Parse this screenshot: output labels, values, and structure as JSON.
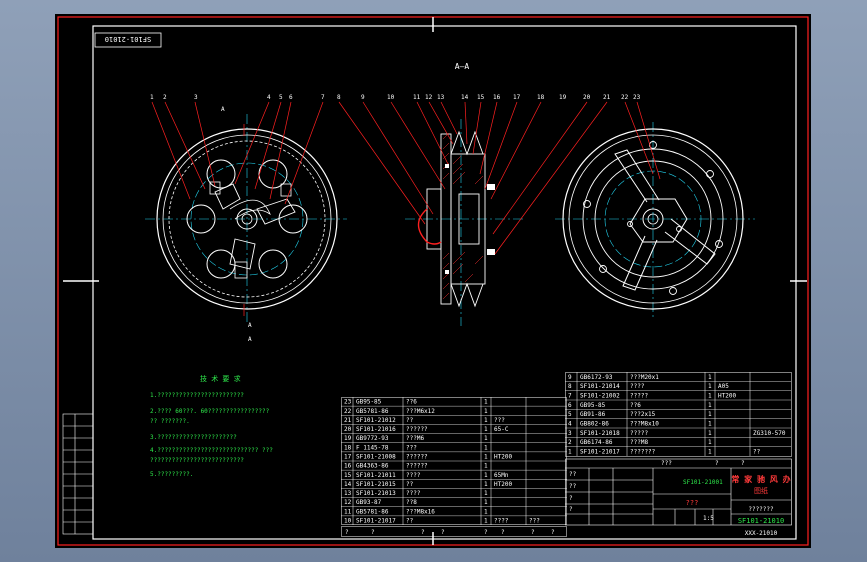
{
  "colors": {
    "frame": "#ff2020",
    "outline": "#ffffff",
    "center": "#22d3ee",
    "note": "#2ee84b",
    "hatch": "#ff3030",
    "background": "#000000"
  },
  "drawing_code": "SF101-21010",
  "section_title": "A—A",
  "section_marks": [
    "A",
    "A",
    "A"
  ],
  "balloons": [
    "1",
    "2",
    "3",
    "4",
    "5",
    "6",
    "7",
    "8",
    "9",
    "10",
    "11",
    "12",
    "13",
    "14",
    "15",
    "16",
    "17",
    "18",
    "19",
    "20",
    "21",
    "22",
    "23"
  ],
  "tech_req": {
    "title": "技 术 要 求",
    "lines": [
      "1.????????????????????????",
      "2.???? 60???.  60?????????????????",
      "  ?? ???????.",
      "3.??????????????????????",
      "4.???????????????????????????? ???",
      "  ??????????????????????????",
      "5.?????????."
    ]
  },
  "bom_left": [
    {
      "no": "23",
      "code": "GB95-85",
      "name": "??6",
      "qty": "1",
      "mat": "",
      "note": ""
    },
    {
      "no": "22",
      "code": "GB5781-86",
      "name": "???M6x12",
      "qty": "1",
      "mat": "",
      "note": ""
    },
    {
      "no": "21",
      "code": "SF101-21012",
      "name": "??",
      "qty": "1",
      "mat": "???",
      "note": ""
    },
    {
      "no": "20",
      "code": "SF101-21016",
      "name": "??????",
      "qty": "1",
      "mat": "65-C",
      "note": ""
    },
    {
      "no": "19",
      "code": "GB9772-93",
      "name": "???M6",
      "qty": "1",
      "mat": "",
      "note": ""
    },
    {
      "no": "18",
      "code": "F 1145-78",
      "name": "???",
      "qty": "1",
      "mat": "",
      "note": ""
    },
    {
      "no": "17",
      "code": "SF101-21008",
      "name": "??????",
      "qty": "1",
      "mat": "HT200",
      "note": ""
    },
    {
      "no": "16",
      "code": "GB4363-86",
      "name": "??????",
      "qty": "1",
      "mat": "",
      "note": ""
    },
    {
      "no": "15",
      "code": "SF101-21011",
      "name": "????",
      "qty": "1",
      "mat": "65Mn",
      "note": ""
    },
    {
      "no": "14",
      "code": "SF101-21015",
      "name": "??",
      "qty": "1",
      "mat": "HT200",
      "note": ""
    },
    {
      "no": "13",
      "code": "SF101-21013",
      "name": "????",
      "qty": "1",
      "mat": "",
      "note": ""
    },
    {
      "no": "12",
      "code": "GB93-87",
      "name": "??8",
      "qty": "1",
      "mat": "",
      "note": ""
    },
    {
      "no": "11",
      "code": "GB5781-86",
      "name": "???M8x16",
      "qty": "1",
      "mat": "",
      "note": ""
    },
    {
      "no": "10",
      "code": "SF101-21017",
      "name": "??",
      "qty": "1",
      "mat": "????",
      "note": "???"
    }
  ],
  "bom_right": [
    {
      "no": "9",
      "code": "GB6172-93",
      "name": "???M20x1",
      "qty": "1",
      "mat": "",
      "note": ""
    },
    {
      "no": "8",
      "code": "SF101-21014",
      "name": "????",
      "qty": "1",
      "mat": "A05",
      "note": ""
    },
    {
      "no": "7",
      "code": "SF101-21002",
      "name": "?????",
      "qty": "1",
      "mat": "HT200",
      "note": ""
    },
    {
      "no": "6",
      "code": "GB95-85",
      "name": "??6",
      "qty": "1",
      "mat": "",
      "note": ""
    },
    {
      "no": "5",
      "code": "GB91-86",
      "name": "???2x15",
      "qty": "1",
      "mat": "",
      "note": ""
    },
    {
      "no": "4",
      "code": "GB802-86",
      "name": "???M8x10",
      "qty": "1",
      "mat": "",
      "note": ""
    },
    {
      "no": "3",
      "code": "SF101-21018",
      "name": "?????",
      "qty": "1",
      "mat": "",
      "note": "ZG310-570"
    },
    {
      "no": "2",
      "code": "GB6174-86",
      "name": "???M8",
      "qty": "1",
      "mat": "",
      "note": ""
    },
    {
      "no": "1",
      "code": "SF101-21017",
      "name": "???????",
      "qty": "1",
      "mat": "",
      "note": "??"
    }
  ],
  "bom_header": [
    "?",
    "?",
    "?",
    "?",
    "?",
    "?",
    "?",
    "?"
  ],
  "title_block": {
    "code_top": "SF101-21001",
    "company": "常 家 驰 风 办",
    "company_sub": "图纸",
    "part_name": "???",
    "school": "???????",
    "scale": "1:5",
    "drawing_no": "SF101-21010",
    "date": "XXX-21010",
    "header_cells": [
      "???",
      "?",
      "?"
    ],
    "small_marks": [
      "??",
      "??",
      "?",
      "?"
    ]
  }
}
